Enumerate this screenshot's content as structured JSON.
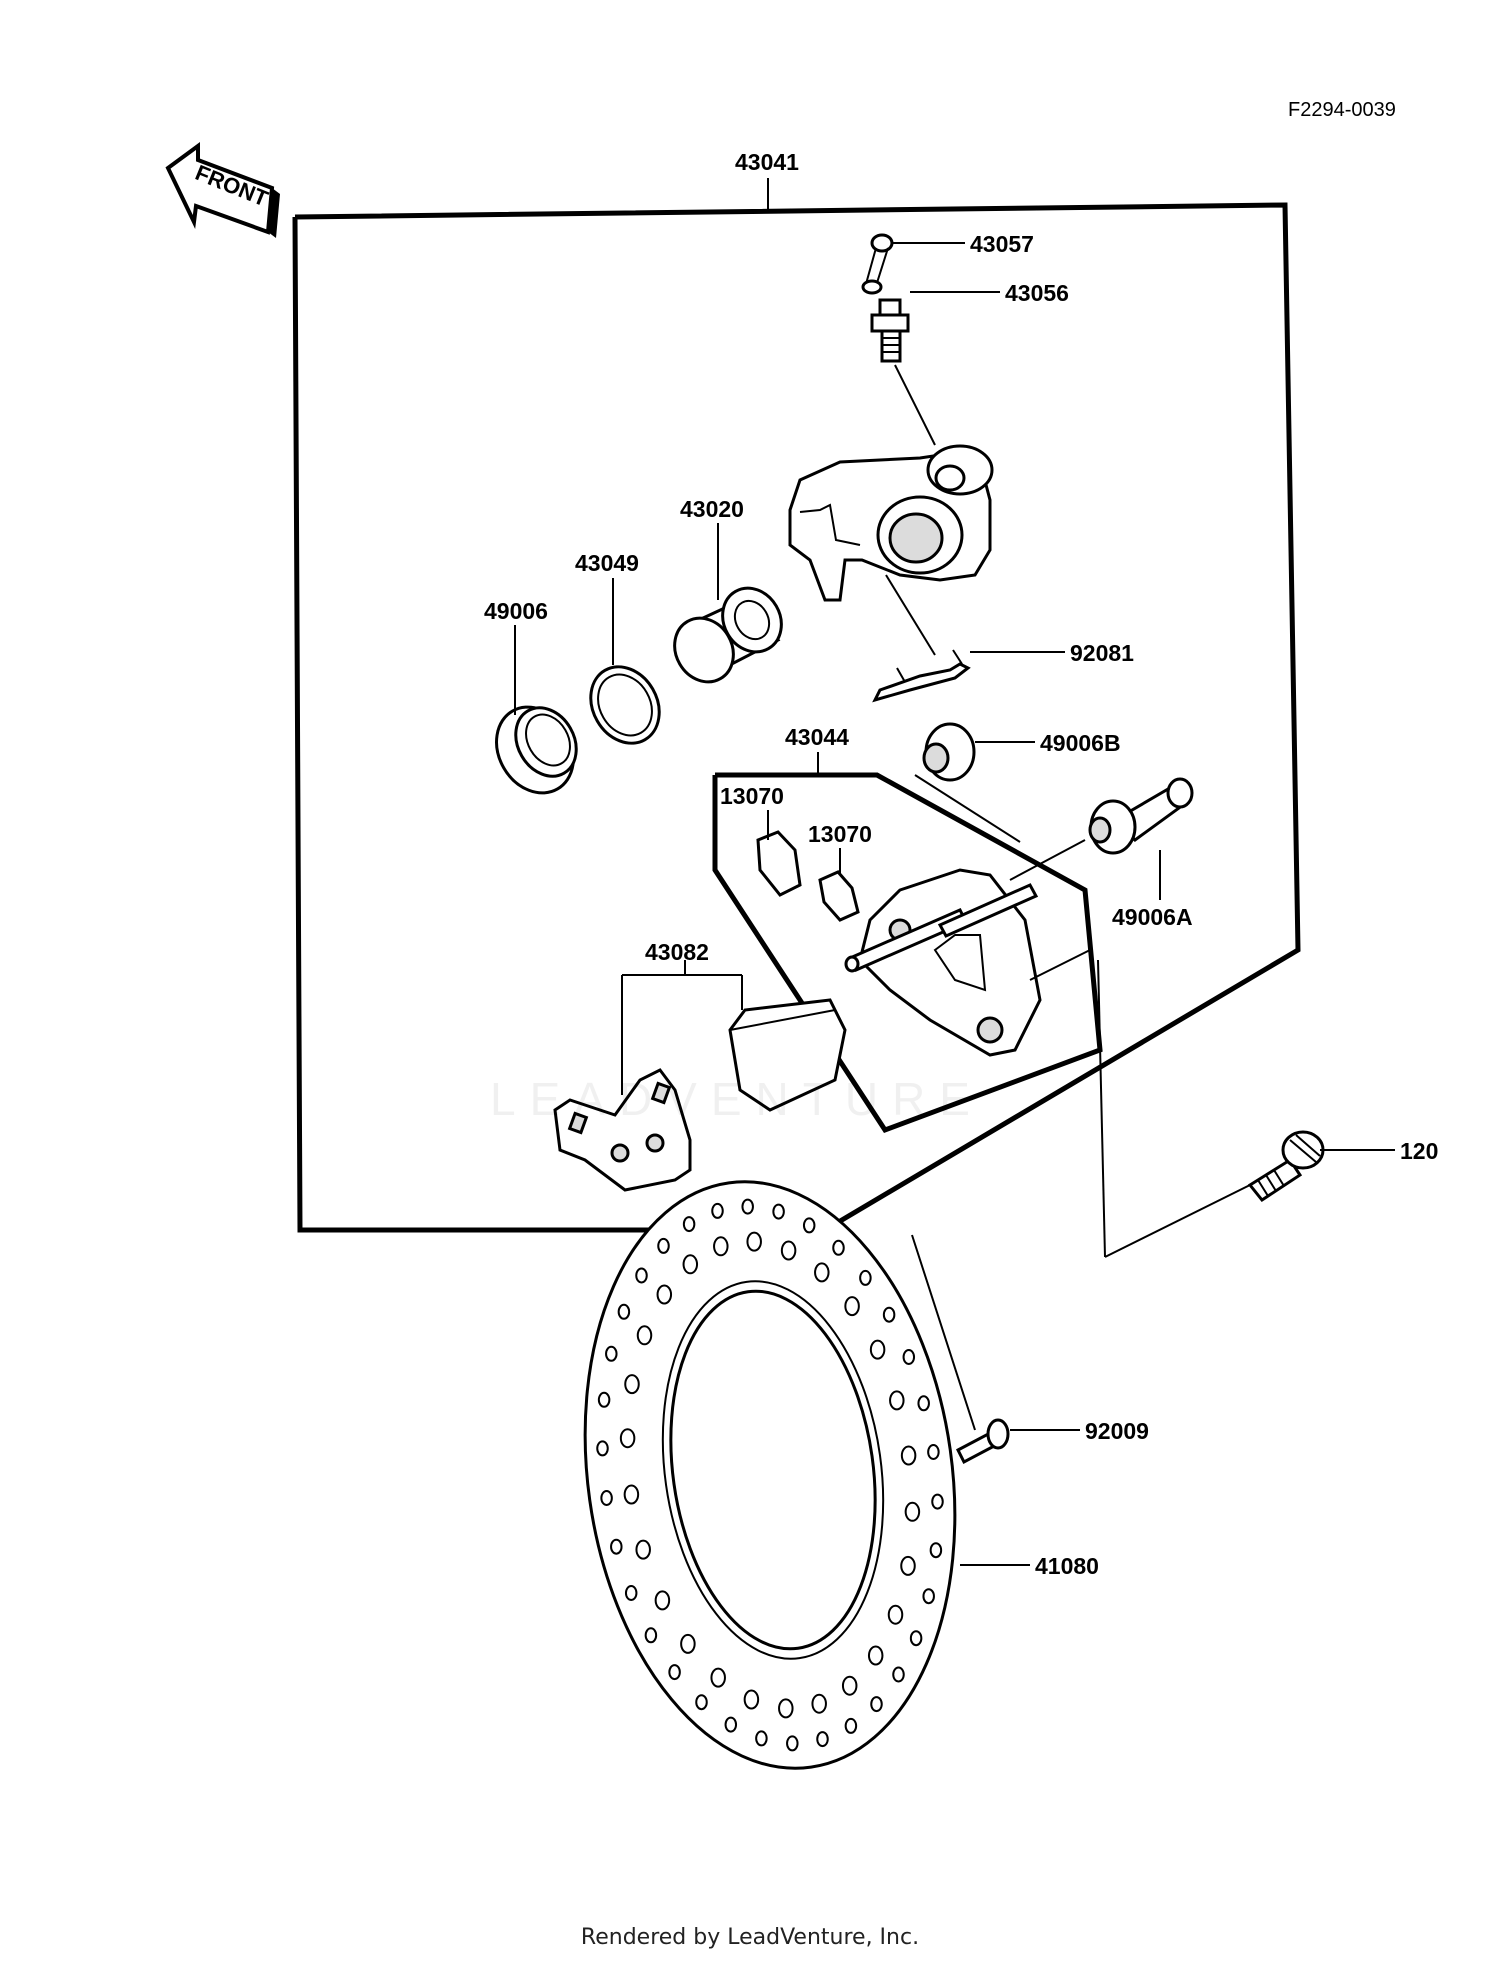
{
  "figure_code": "F2294-0039",
  "front_label": "FRONT",
  "watermark": "LEADVENTURE",
  "footer": "Rendered by LeadVenture, Inc.",
  "parts": {
    "p43041": "43041",
    "p43057": "43057",
    "p43056": "43056",
    "p43020": "43020",
    "p43049": "43049",
    "p49006": "49006",
    "p92081": "92081",
    "p43044": "43044",
    "p49006B": "49006B",
    "p13070a": "13070",
    "p13070b": "13070",
    "p49006A": "49006A",
    "p43082": "43082",
    "p120": "120",
    "p92009": "92009",
    "p41080": "41080"
  }
}
